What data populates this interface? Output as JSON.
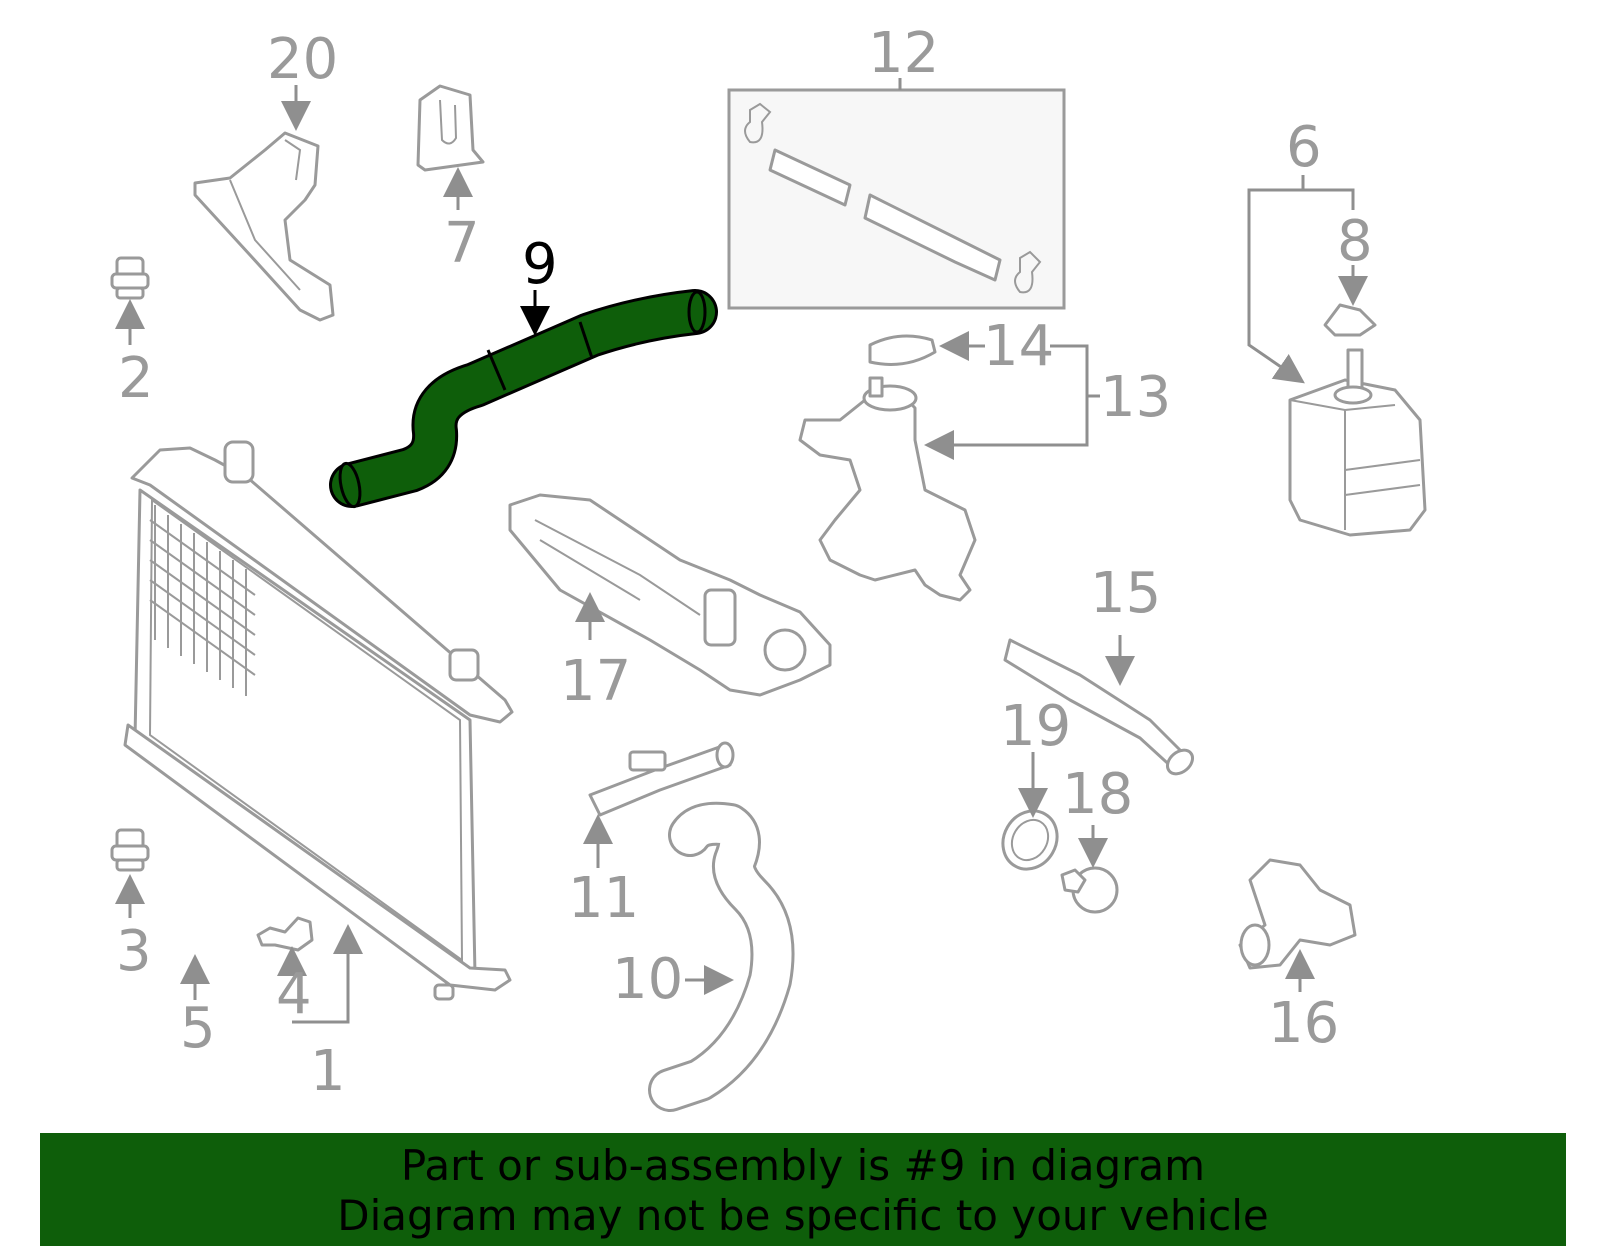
{
  "diagram": {
    "highlight_color": "#0e5e0a",
    "part_line_color": "#9a9a9a",
    "callouts": {
      "c1": "1",
      "c2": "2",
      "c3": "3",
      "c4": "4",
      "c5": "5",
      "c6": "6",
      "c7": "7",
      "c8": "8",
      "c9": "9",
      "c10": "10",
      "c11": "11",
      "c12": "12",
      "c13": "13",
      "c14": "14",
      "c15": "15",
      "c16": "16",
      "c17": "17",
      "c18": "18",
      "c19": "19",
      "c20": "20"
    }
  },
  "banner": {
    "line1": "Part or sub-assembly is #9 in diagram",
    "line2": "Diagram may not be specific to your vehicle",
    "background": "#0e5e0a"
  }
}
